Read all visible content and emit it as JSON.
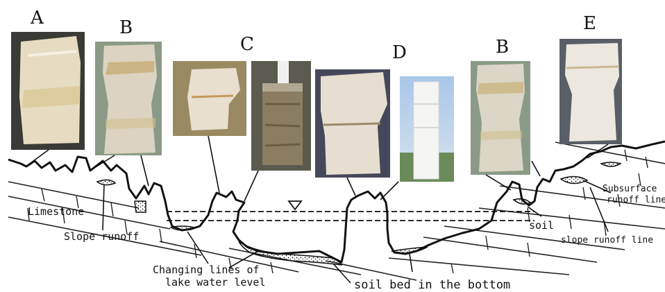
{
  "specimen_letters": [
    "A",
    "B",
    "C",
    "D",
    "B",
    "E"
  ],
  "labels": {
    "limestone": "Limestone",
    "slope_runoff": "Slope runoff",
    "changing_lines_1": "Changing lines of",
    "changing_lines_2": "lake water level",
    "soil_bed": "soil bed in the bottom",
    "soil": "soil",
    "subsurface_1": "Subsurface",
    "subsurface_2": "runoff line",
    "slope_runoff_line": "slope runoff line"
  },
  "photos": [
    {
      "name": "photo-a",
      "tone": "#e6dcc2"
    },
    {
      "name": "photo-b-left",
      "tone": "#dcd4c0"
    },
    {
      "name": "photo-c-left",
      "tone": "#e9dfcf"
    },
    {
      "name": "photo-c-right",
      "tone": "#8a7d62"
    },
    {
      "name": "photo-d-left",
      "tone": "#e6ded0"
    },
    {
      "name": "photo-d-right",
      "tone": "#f5f5f3"
    },
    {
      "name": "photo-b-right",
      "tone": "#dcd6c6"
    },
    {
      "name": "photo-e",
      "tone": "#ece8e0"
    }
  ]
}
